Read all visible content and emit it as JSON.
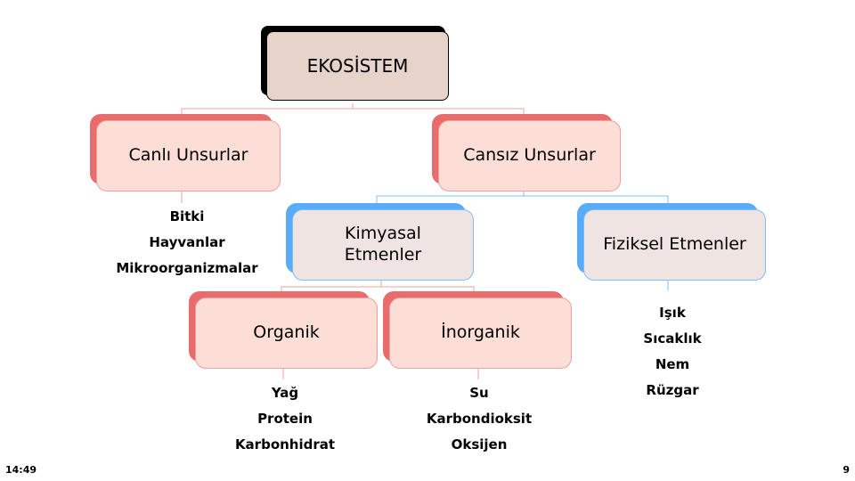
{
  "diagram": {
    "root": "EKOSİSTEM",
    "canli": "Canlı Unsurlar",
    "cansiz": "Cansız Unsurlar",
    "kimyasal": "Kimyasal\nEtmenler",
    "fiziksel": "Fiziksel Etmenler",
    "organik": "Organik",
    "inorganik": "İnorganik",
    "canli_items": [
      "Bitki",
      "Hayvanlar",
      "Mikroorganizmalar"
    ],
    "organik_items": [
      "Yağ",
      "Protein",
      "Karbonhidrat"
    ],
    "inorganik_items": [
      "Su",
      "Karbondioksit",
      "Oksijen"
    ],
    "fiziksel_items": [
      "Işık",
      "Sıcaklık",
      "Nem",
      "Rüzgar"
    ]
  },
  "footer": {
    "time": "14:49",
    "page": "9"
  },
  "colors": {
    "red_branch": "#e86c6c",
    "blue_branch": "#5aabf8",
    "title_fill": "#e6d4ca"
  }
}
